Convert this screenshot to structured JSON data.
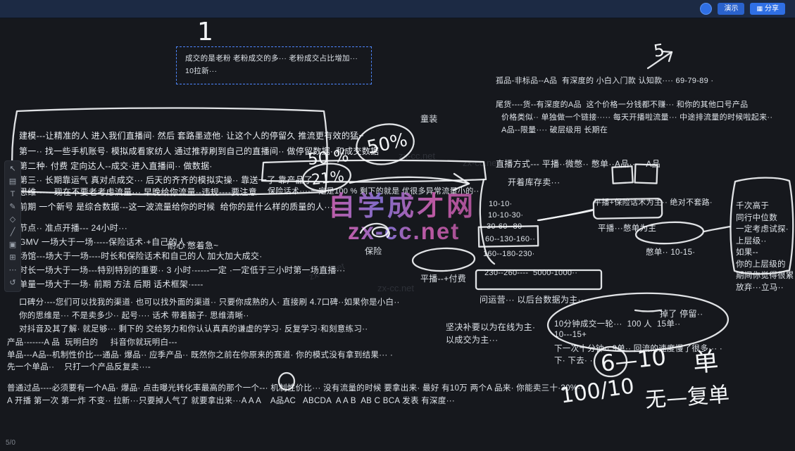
{
  "topbar": {
    "presentation_label": "演示",
    "share_label": "分享",
    "share_icon": "▦"
  },
  "statusbar": {
    "page_indicator": "5/0"
  },
  "toolbar": {
    "items": [
      {
        "name": "select",
        "glyph": "↖"
      },
      {
        "name": "sticky-note",
        "glyph": "▤"
      },
      {
        "name": "text",
        "glyph": "T"
      },
      {
        "name": "pen",
        "glyph": "✎"
      },
      {
        "name": "shape",
        "glyph": "◇"
      },
      {
        "name": "connector",
        "glyph": "╱"
      },
      {
        "name": "image",
        "glyph": "▣"
      },
      {
        "name": "table",
        "glyph": "⊞"
      },
      {
        "name": "more",
        "glyph": "⋯"
      },
      {
        "name": "undo",
        "glyph": "↺"
      }
    ]
  },
  "watermark": {
    "title": "自学成才网",
    "site": "zx-cc.net",
    "small": "zx-cc.net"
  },
  "notes": {
    "selected": [
      "成交的是老粉 老粉成交的多··· 老粉成交占比增加···",
      "10拉新···"
    ],
    "tongzhuang": "童装",
    "gupin": [
      "孤品-非标品--A品  有深度的 小白入门款 认知款···· 69-79-89 ·",
      "尾货----货--有深度的A品  这个价格一分钱都不赚··· 和你的其他口号产品",
      "价格类似·· 单独做一个链接····· 每天开播啦流量··· 中途排流量的时候啦起来··",
      "A品--限量···· 破层级用 长期在"
    ],
    "jianmo": [
      "建模---让精准的人 进入我们直播间· 然后 套路墨迹他· 让这个人的停留久 推流更有效的猛~",
      "第一·· 找一些手机账号· 模拟成看家纺人 通过推荐刷到自己的直播间·· 做停留数据· 和成交数据",
      "第二种· 付费 定向达人--成交·进入直播间·· 做数据·",
      "第三·· 长期靠运气 真对点成交··· 后天的齐齐的模拟实操·· 靠送一了 靠产品了",
      "思维·---- 现在不要老考虑流量··· 早晚给你流量·-违规----要注意",
      "前期 一个新号 是综合数据·--这一波流量给你的时候  给你的是什么样的质量的人····"
    ],
    "baoxian_note": "保险话术····一定是100 % 剩下的就是 优很多异常流量小的··",
    "jiedian": [
      "节点·· 准点开播--- 24小时···",
      "GMV 一场大于一场·----保险话术·+自己的人·",
      "场馆---场大于一场----时长和保险话术和自己的人 加大加大成交·",
      "时长一场大于一场---特别特别的重要·· 3 小时·-----一定 ·一定低于三小时第一场直播···",
      "单量一场大于一场· 前期 方法 后期 话术框架·----"
    ],
    "naixin": "耐心 憋着急~",
    "baoxian": "保险",
    "koubei": [
      "口碑分·---您们可以找我的渠道· 也可以找外面的渠道·· 只要你成熟的人· 直接刷 4.7口碑··如果你是小白··",
      "你的思维是··· 不是卖多少·· 起号···· 话术 带着脑子· 思维清晰··",
      "对抖音及其了解· 就足够··· 剩下的 交给努力和你认认真真的谦虚的学习· 反复学习·和刻意练习··"
    ],
    "chanpin": [
      "产品·------A 品  玩明白的     抖音你就玩明白---",
      "单品---A品--机制性价比---通品· 爆品·· 应季产品·· 既然你之前在你原来的赛道· 你的模式没有拿到结果··· ·",
      "先一个单品··    只打一个产品反复卖···-"
    ],
    "putong": [
      "普通过品----必须要有一个A品· 爆品· 点击曝光转化率最高的那个一个--· 机制性价比··· 没有流量的时候 要拿出来· 最好 有10万 两个A 品来· 你能卖三十·30%··",
      "A 开播 第一次 第一炸 不变·· 拉新···只要掉人气了 就要拿出来···A A A    A品AC   ABCDA  A A B  AB C BCA 发表 有深度···"
    ],
    "zhibo": "直播方式--- 平播··微憋·· 憋单··A品···   A品",
    "kucun": "开着库存卖···",
    "pingbo_baoxian": "平播+保险话术为主·· 绝对不套路·",
    "pingbo_biedan": "平播···憋单为主",
    "biedan_1015": "憋单·· 10-15·",
    "numbers": [
      "10-10·",
      "10-10-30·",
      "30-60--80·",
      "60--130-160··",
      "160--180-230·",
      "230--260----",
      "5000-1000··"
    ],
    "pingbo_fufei": "平播--+付费",
    "wenyunying": "问运营··· 以后台数据为主···",
    "jianjue": [
      "坚决补要以为在线为主·",
      "以成交为主···"
    ],
    "stats": [
      "10分钟成交一轮···  100 人  15单··",
      "10---15+",
      "下一次十分钟·· 9单·· 回流的速度慢了很多··· ·",
      "下· 下去· ··"
    ],
    "qianci": [
      "千次高于",
      "同行中位数",
      "一定考虑试探·",
      "上层级··",
      "如果--",
      "你的上层级的",
      "期间你觉得很累·",
      "放弃···立马··"
    ],
    "diaole": "掉了 停留··"
  },
  "handwriting": {
    "one": "1",
    "pct50_circled": "50%",
    "pct50": "50 %",
    "pct21": "21%",
    "five": "5",
    "b6_10": "6—10",
    "dan": "单",
    "ratio": "100/10",
    "last": "无—复单"
  },
  "colors": {
    "accent": "#2f6fe4",
    "ink": "#f2f4f6",
    "selection": "#4d86ff",
    "watermark_pink": "#c75fb2"
  }
}
